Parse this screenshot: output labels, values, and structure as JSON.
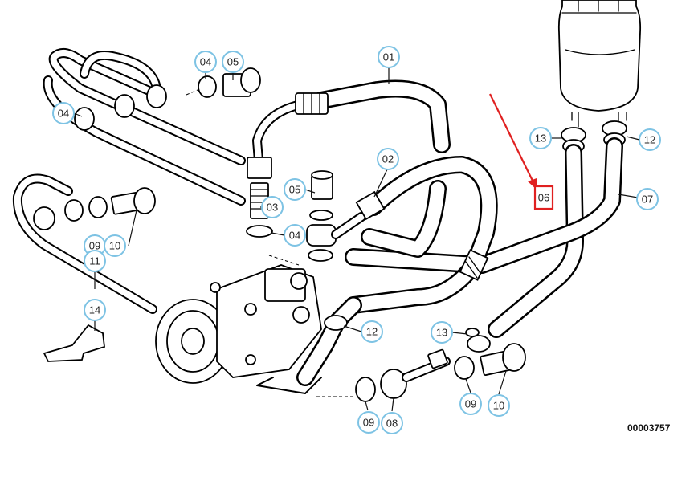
{
  "diagram": {
    "reference_number": "00003757",
    "callouts": [
      {
        "id": "c01",
        "label": "01"
      },
      {
        "id": "c02",
        "label": "02"
      },
      {
        "id": "c03",
        "label": "03"
      },
      {
        "id": "c04a",
        "label": "04"
      },
      {
        "id": "c04b",
        "label": "04"
      },
      {
        "id": "c04c",
        "label": "04"
      },
      {
        "id": "c05a",
        "label": "05"
      },
      {
        "id": "c05b",
        "label": "05"
      },
      {
        "id": "c06",
        "label": "06"
      },
      {
        "id": "c07",
        "label": "07"
      },
      {
        "id": "c08",
        "label": "08"
      },
      {
        "id": "c09a",
        "label": "09"
      },
      {
        "id": "c09b",
        "label": "09"
      },
      {
        "id": "c09c",
        "label": "09"
      },
      {
        "id": "c10a",
        "label": "10"
      },
      {
        "id": "c10b",
        "label": "10"
      },
      {
        "id": "c11",
        "label": "11"
      },
      {
        "id": "c12a",
        "label": "12"
      },
      {
        "id": "c12b",
        "label": "12"
      },
      {
        "id": "c13a",
        "label": "13"
      },
      {
        "id": "c13b",
        "label": "13"
      },
      {
        "id": "c14",
        "label": "14"
      }
    ],
    "highlighted_part": "06",
    "colors": {
      "callout_ring": "#7ec3e4",
      "highlight": "#e02020"
    }
  }
}
